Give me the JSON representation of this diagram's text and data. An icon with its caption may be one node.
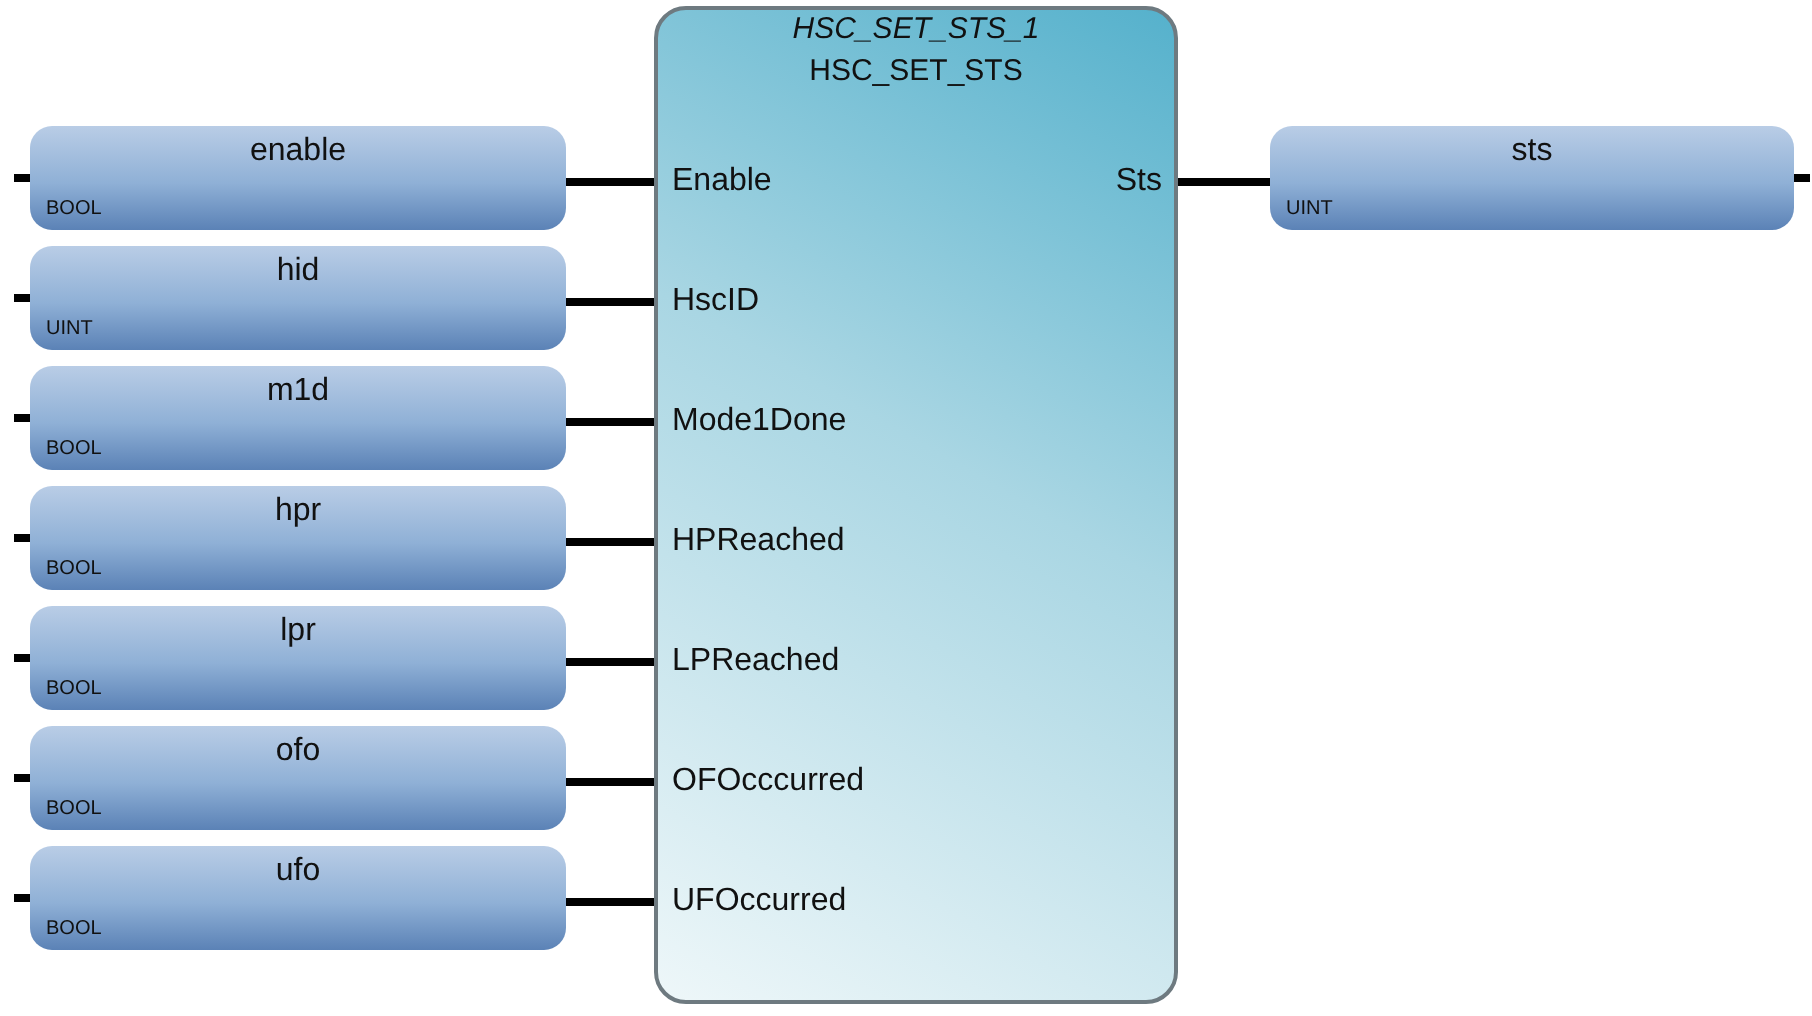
{
  "diagram": {
    "nodes": [
      {
        "text": [
          "HSC_SET_STS_1",
          "HSC_SET_STS"
        ]
      },
      {
        "text": [
          "Enable"
        ],
        "in": 0
      },
      {
        "text": [
          "HscID"
        ],
        "in": 0
      },
      {
        "text": [
          "Mode1Done"
        ],
        "in": 0
      },
      {
        "text": [
          "HPReached"
        ],
        "in": 0
      },
      {
        "text": [
          "LPReached"
        ],
        "in": 0
      },
      {
        "text": [
          "OFOcccurred"
        ],
        "in": 0
      },
      {
        "text": [
          "UFOccurred"
        ],
        "in": 0
      },
      {
        "text": [
          "Sts"
        ],
        "in": 0
      },
      {
        "text": [
          "enable",
          "BOOL"
        ]
      },
      {
        "text": [
          "hid",
          "UINT"
        ]
      },
      {
        "text": [
          "m1d",
          "BOOL"
        ]
      },
      {
        "text": [
          "hpr",
          "BOOL"
        ]
      },
      {
        "text": [
          "lpr",
          "BOOL"
        ]
      },
      {
        "text": [
          "ofo",
          "BOOL"
        ]
      },
      {
        "text": [
          "ufo",
          "BOOL"
        ]
      },
      {
        "text": [
          "sts",
          "UINT"
        ]
      }
    ],
    "edges": [
      {
        "from": 9,
        "to": 1,
        "arrow": "none"
      },
      {
        "from": 10,
        "to": 2,
        "arrow": "none"
      },
      {
        "from": 11,
        "to": 3,
        "arrow": "none"
      },
      {
        "from": 12,
        "to": 4,
        "arrow": "none"
      },
      {
        "from": 13,
        "to": 5,
        "arrow": "none"
      },
      {
        "from": 14,
        "to": 6,
        "arrow": "none"
      },
      {
        "from": 15,
        "to": 7,
        "arrow": "none"
      },
      {
        "from": 8,
        "to": 16,
        "arrow": "none"
      }
    ]
  }
}
